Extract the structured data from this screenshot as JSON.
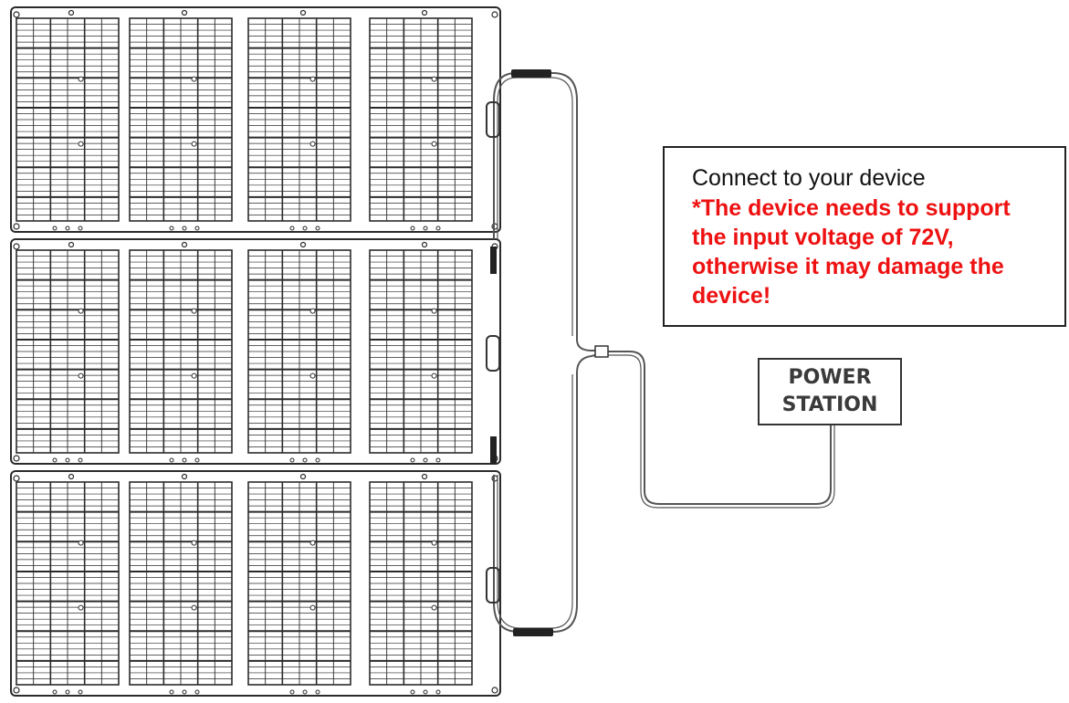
{
  "panel": {
    "rows": 3,
    "modules_per_row": 4
  },
  "note": {
    "line1": "Connect to your device",
    "warning": "*The device needs to support the input voltage of 72V, otherwise it may damage the device!",
    "warning_color": "#ee1111"
  },
  "power_station": {
    "label": "POWER STATION"
  },
  "colors": {
    "line": "#2b2b2b",
    "cable": "#555555",
    "background": "#ffffff"
  }
}
